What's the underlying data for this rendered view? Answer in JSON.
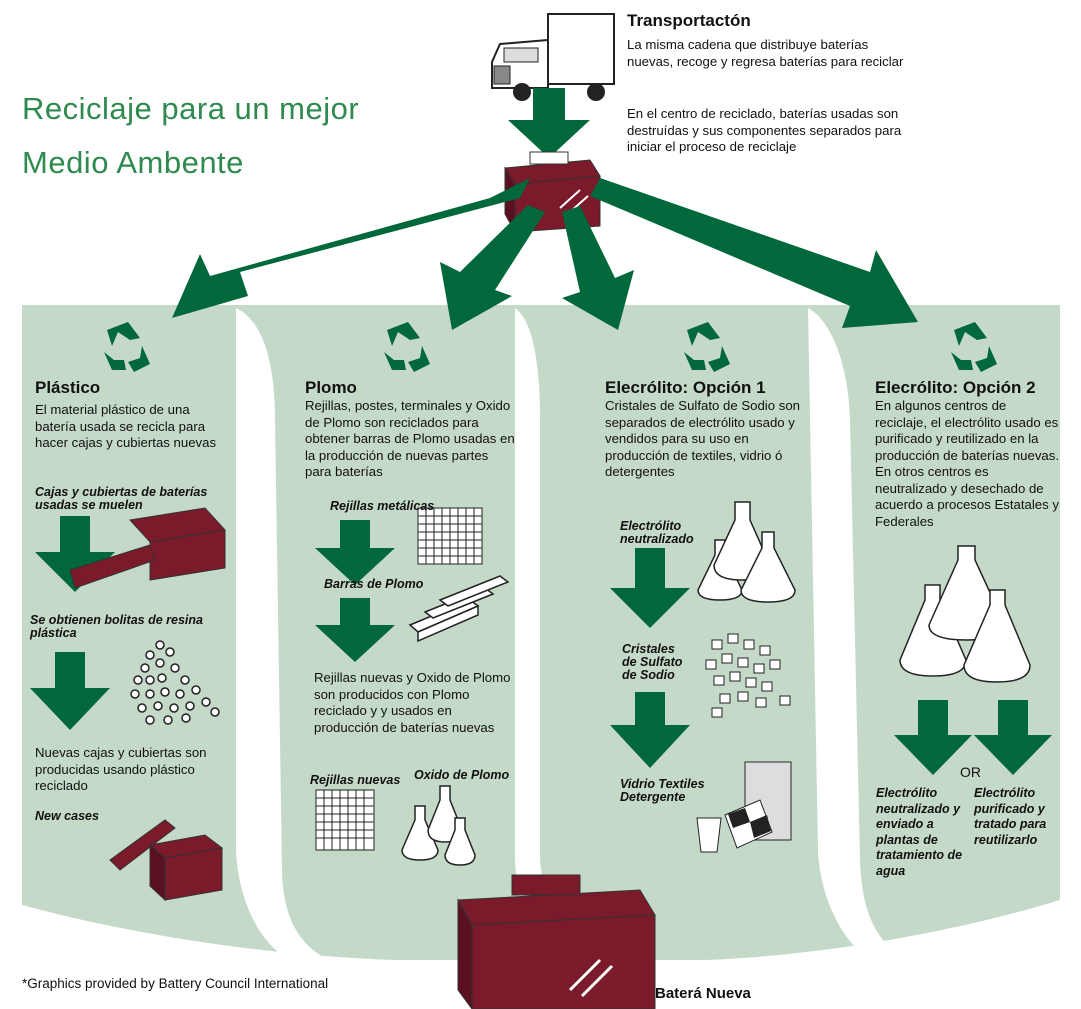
{
  "title_line1": "Reciclaje para un mejor",
  "title_line2": "Medio Ambente",
  "transport": {
    "heading": "Transportactón",
    "text1": "La misma cadena que distribuye baterías nuevas, recoge y regresa baterías para reciclar",
    "text2": "En el centro de reciclado, baterías usadas son destruídas y sus componentes separados para iniciar el proceso de reciclaje"
  },
  "plastic": {
    "heading": "Plástico",
    "text": "El material plástico de una batería usada se recicla para hacer cajas y cubiertas nuevas",
    "step1": "Cajas y cubiertas de baterías usadas se muelen",
    "step2": "Se obtienen bolitas de resina plástica",
    "text2": "Nuevas cajas y cubiertas son producidas usando plástico reciclado",
    "step3": "New cases"
  },
  "lead": {
    "heading": "Plomo",
    "text": "Rejillas, postes, terminales y Oxido de Plomo son reciclados para obtener barras de Plomo usadas en la producción de nuevas partes para baterías",
    "step1": "Rejillas metálicas",
    "step2": "Barras de Plomo",
    "text2": "Rejillas nuevas y Oxido de Plomo son producidos con Plomo reciclado y y usados en producción de baterías nuevas",
    "step3a": "Rejillas nuevas",
    "step3b": "Oxido de Plomo"
  },
  "electrolyte1": {
    "heading": "Elecrólito: Opción 1",
    "text": "Cristales de Sulfato de Sodio son separados de electrólito usado y vendidos para su uso en producción de textiles, vidrio ó detergentes",
    "step1": "Electrólito neutralizado",
    "step2": "Cristales de Sulfato de Sodio",
    "step3": "Vidrio Textiles Detergente"
  },
  "electrolyte2": {
    "heading": "Elecrólito: Opción 2",
    "text": "En algunos centros de reciclaje, el electrólito usado es purificado y reutilizado en la producción de baterías nuevas. En otros centros es neutralizado y desechado de acuerdo a procesos Estatales y Federales",
    "or": "OR",
    "left": "Electrólito neutralizado y enviado a plantas de tratamiento de agua",
    "right": "Electrólito purificado y tratado para reutilizarlo"
  },
  "footer_credit": "*Graphics provided by Battery Council International",
  "new_battery": "Baterá Nueva",
  "colors": {
    "green": "#00683a",
    "panel": "#c5d9c8",
    "battery": "#7a1a2b",
    "title": "#2e8a4e"
  }
}
